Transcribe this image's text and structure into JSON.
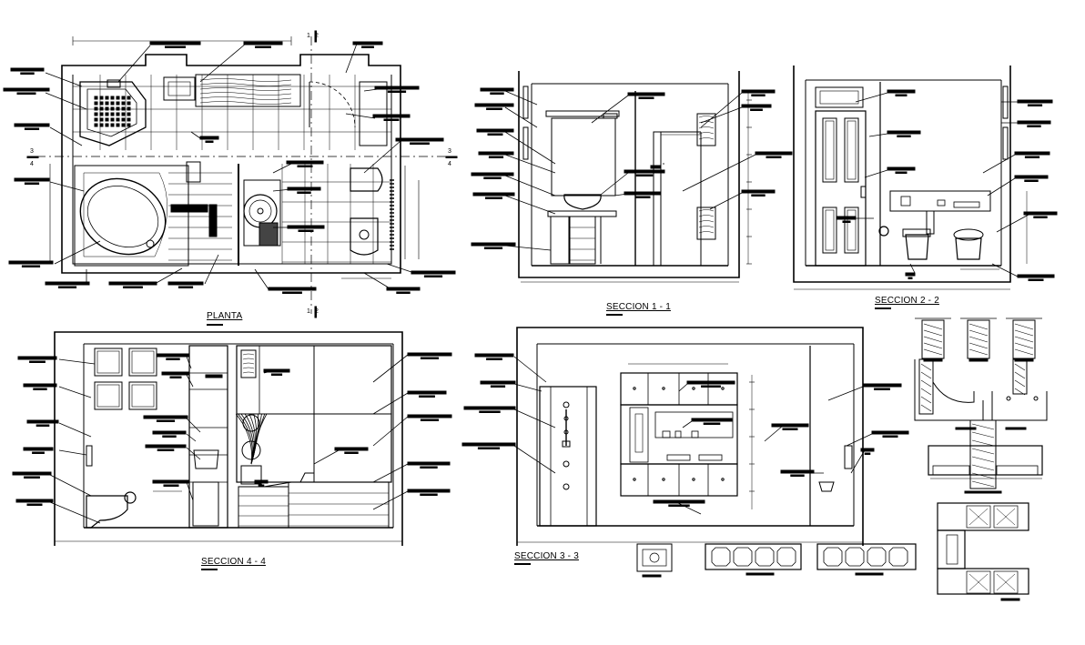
{
  "titles": {
    "planta": "PLANTA",
    "seccion_1": "SECCION 1 - 1",
    "seccion_2": "SECCION 2 - 2",
    "seccion_4": "SECCION 4 - 4",
    "seccion_3": "SECCION 3 - 3"
  },
  "axis_marks": {
    "cut_top": "1",
    "cut_top_b": "2",
    "cut_side_a": "3",
    "cut_side_b": "4"
  },
  "colors": {
    "line": "#000000",
    "background": "#ffffff"
  }
}
